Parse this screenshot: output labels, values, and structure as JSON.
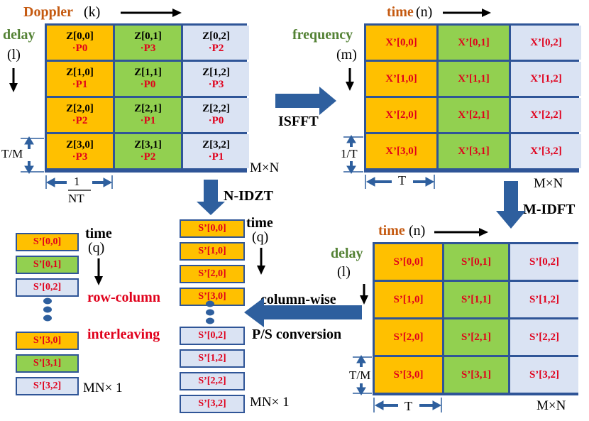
{
  "zgrid": {
    "axis_top": "Doppler",
    "axis_top_var": "(k)",
    "axis_left": "delay",
    "axis_left_var": "(l)",
    "cells": [
      [
        {
          "t": "Z[0,0]",
          "p": "·P0",
          "c": "o"
        },
        {
          "t": "Z[0,1]",
          "p": "·P3",
          "c": "g"
        },
        {
          "t": "Z[0,2]",
          "p": "·P2",
          "c": "b"
        }
      ],
      [
        {
          "t": "Z[1,0]",
          "p": "·P1",
          "c": "o"
        },
        {
          "t": "Z[1,1]",
          "p": "·P0",
          "c": "g"
        },
        {
          "t": "Z[1,2]",
          "p": "·P3",
          "c": "b"
        }
      ],
      [
        {
          "t": "Z[2,0]",
          "p": "·P2",
          "c": "o"
        },
        {
          "t": "Z[2,1]",
          "p": "·P1",
          "c": "g"
        },
        {
          "t": "Z[2,2]",
          "p": "·P0",
          "c": "b"
        }
      ],
      [
        {
          "t": "Z[3,0]",
          "p": "·P3",
          "c": "o"
        },
        {
          "t": "Z[3,1]",
          "p": "·P2",
          "c": "g"
        },
        {
          "t": "Z[3,2]",
          "p": "·P1",
          "c": "b"
        }
      ]
    ],
    "row_spacing": "T/M",
    "col_spacing_num": "1",
    "col_spacing_den": "NT",
    "size": "M×N"
  },
  "xgrid": {
    "axis_top": "time",
    "axis_top_var": "(n)",
    "axis_left": "frequency",
    "axis_left_var": "(m)",
    "cells": [
      [
        {
          "t": "X’[0,0]",
          "c": "o"
        },
        {
          "t": "X’[0,1]",
          "c": "g"
        },
        {
          "t": "X’[0,2]",
          "c": "b"
        }
      ],
      [
        {
          "t": "X’[1,0]",
          "c": "o"
        },
        {
          "t": "X’[1,1]",
          "c": "g"
        },
        {
          "t": "X’[1,2]",
          "c": "b"
        }
      ],
      [
        {
          "t": "X’[2,0]",
          "c": "o"
        },
        {
          "t": "X’[2,1]",
          "c": "g"
        },
        {
          "t": "X’[2,2]",
          "c": "b"
        }
      ],
      [
        {
          "t": "X’[3,0]",
          "c": "o"
        },
        {
          "t": "X’[3,1]",
          "c": "g"
        },
        {
          "t": "X’[3,2]",
          "c": "b"
        }
      ]
    ],
    "row_spacing": "1/T",
    "col_spacing": "T",
    "size": "M×N"
  },
  "sgrid": {
    "axis_top": "time",
    "axis_top_var": "(n)",
    "axis_left": "delay",
    "axis_left_var": "(l)",
    "cells": [
      [
        {
          "t": "S’[0,0]",
          "c": "o"
        },
        {
          "t": "S’[0,1]",
          "c": "g"
        },
        {
          "t": "S’[0,2]",
          "c": "b"
        }
      ],
      [
        {
          "t": "S’[1,0]",
          "c": "o"
        },
        {
          "t": "S’[1,1]",
          "c": "g"
        },
        {
          "t": "S’[1,2]",
          "c": "b"
        }
      ],
      [
        {
          "t": "S’[2,0]",
          "c": "o"
        },
        {
          "t": "S’[2,1]",
          "c": "g"
        },
        {
          "t": "S’[2,2]",
          "c": "b"
        }
      ],
      [
        {
          "t": "S’[3,0]",
          "c": "o"
        },
        {
          "t": "S’[3,1]",
          "c": "g"
        },
        {
          "t": "S’[3,2]",
          "c": "b"
        }
      ]
    ],
    "row_spacing": "T/M",
    "col_spacing": "T",
    "size": "M×N"
  },
  "middle_col": {
    "axis": "time",
    "axis_var": "(q)",
    "top": [
      {
        "t": "S’[0,0]",
        "c": "o"
      },
      {
        "t": "S’[1,0]",
        "c": "o"
      },
      {
        "t": "S’[2,0]",
        "c": "o"
      },
      {
        "t": "S’[3,0]",
        "c": "o"
      }
    ],
    "bottom": [
      {
        "t": "S’[0,2]",
        "c": "b"
      },
      {
        "t": "S’[1,2]",
        "c": "b"
      },
      {
        "t": "S’[2,2]",
        "c": "b"
      },
      {
        "t": "S’[3,2]",
        "c": "b"
      }
    ],
    "size": "MN× 1"
  },
  "left_col": {
    "axis": "time",
    "axis_var": "(q)",
    "top": [
      {
        "t": "S’[0,0]",
        "c": "o"
      },
      {
        "t": "S’[0,1]",
        "c": "g"
      },
      {
        "t": "S’[0,2]",
        "c": "b"
      }
    ],
    "bottom": [
      {
        "t": "S’[3,0]",
        "c": "o"
      },
      {
        "t": "S’[3,1]",
        "c": "g"
      },
      {
        "t": "S’[3,2]",
        "c": "b"
      }
    ],
    "size": "MN× 1"
  },
  "steps": {
    "isfft": "ISFFT",
    "nidzt": "N-IDZT",
    "midft": "M-IDFT",
    "colwise": "column-wise",
    "ps": "P/S conversion",
    "rowcol": "row-column",
    "interleave": "interleaving"
  },
  "colors": {
    "orange": "#ffc000",
    "green": "#92d050",
    "blue": "#dae3f3",
    "border": "#2f5597",
    "red": "#e0001b"
  }
}
